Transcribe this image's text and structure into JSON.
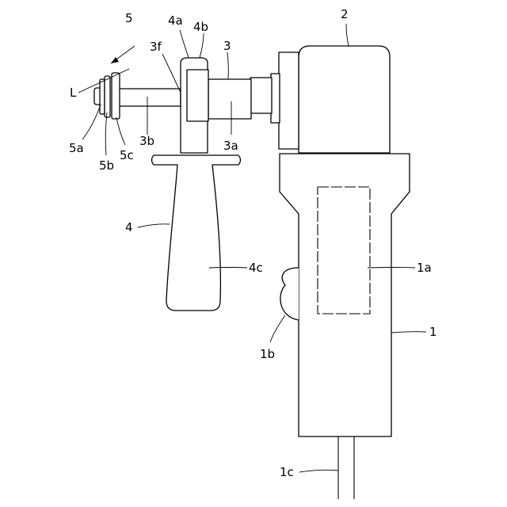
{
  "labels": {
    "motor_unit": "2",
    "main_body": "1",
    "body_window": "1a",
    "body_recess": "1b",
    "cord": "1c",
    "shaft": "3",
    "shaft_large": "3a",
    "shaft_small": "3b",
    "shaft_flange": "3f",
    "handle_assembly": "4",
    "handle_head": "4a",
    "handle_bore": "4b",
    "handle_grip": "4c",
    "tool_head": "5",
    "tool_disc_a": "5a",
    "tool_disc_b": "5b",
    "tool_disc_c": "5c",
    "axis_line": "L"
  }
}
